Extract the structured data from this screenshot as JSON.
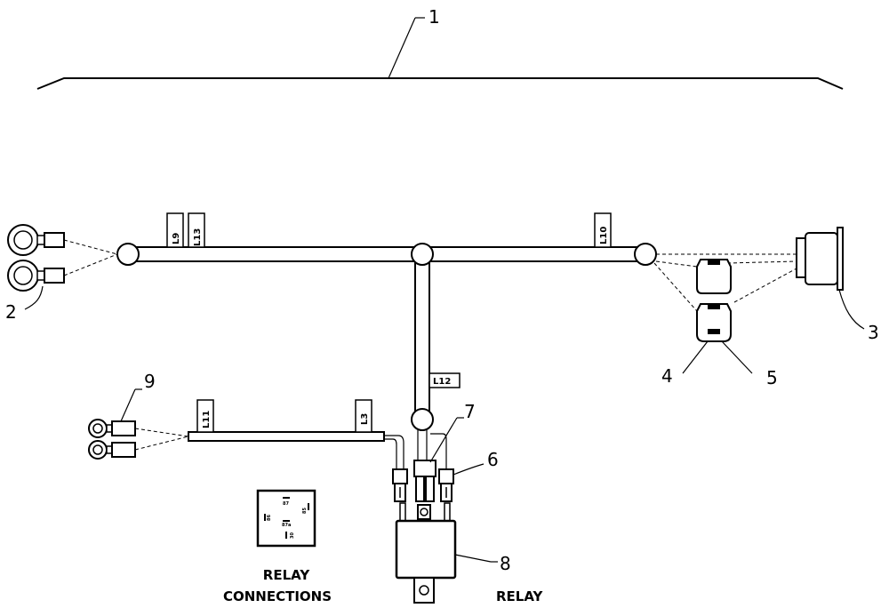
{
  "callouts": [
    "1",
    "2",
    "3",
    "4",
    "5",
    "6",
    "7",
    "8",
    "9"
  ],
  "wire_tags": {
    "l9": "L9",
    "l13": "L13",
    "l10": "L10",
    "l12": "L12",
    "l11": "L11",
    "l3": "L3"
  },
  "relay_pins": {
    "p87": "87",
    "p85": "85",
    "p86": "86",
    "p87a": "87a",
    "p30": "30"
  },
  "captions": {
    "relay_connections_line1": "RELAY",
    "relay_connections_line2": "CONNECTIONS",
    "relay": "RELAY"
  }
}
